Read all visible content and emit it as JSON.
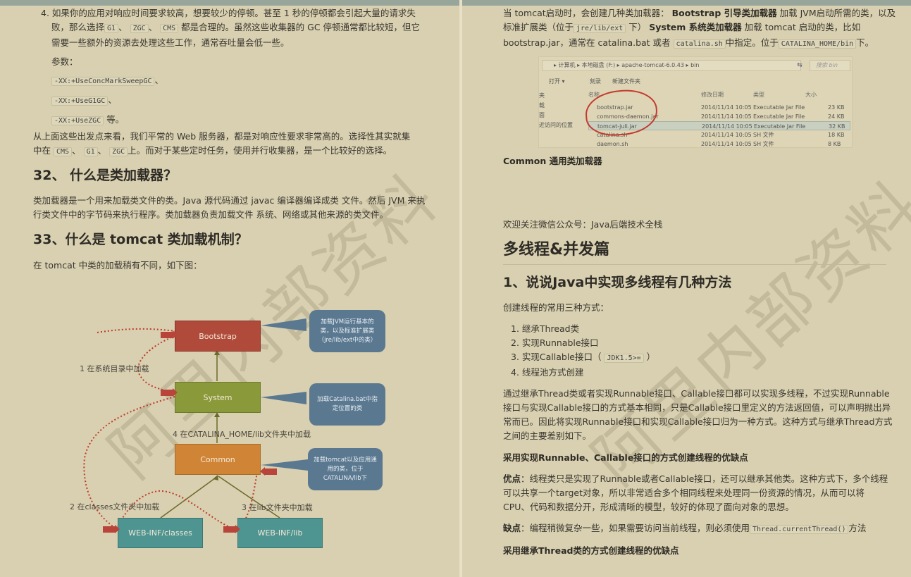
{
  "left_page": {
    "item4": {
      "number": "4.",
      "line1": "如果你的应用对响应时间要求较高，想要较少的停顿。甚至 1 秒的停顿都会引起大量的请求失",
      "line2_pre": "败，那么选择",
      "code_g1": "G1",
      "sep1": "、",
      "code_zgc": "ZGC",
      "sep2": "、",
      "code_cms": "CMS",
      "line2_post": "都是合理的。虽然这些收集器的 GC 停顿通常都比较短，但它",
      "line3": "需要一些额外的资源去处理这些工作，通常吞吐量会低一些。",
      "params_label": "参数：",
      "param1": "-XX:+UseConcMarkSweepGC",
      "param1_suffix": "、",
      "param2": "-XX:+UseG1GC",
      "param2_suffix": "、",
      "param3": "-XX:+UseZGC",
      "param3_suffix": "等。"
    },
    "summary": {
      "line1": "从上面这些出发点来看，我们平常的 Web 服务器，都是对响应性要求非常高的。选择性其实就集",
      "line2_pre": "中在",
      "code_cms": "CMS",
      "sep1": "、",
      "code_g1": "G1",
      "sep2": "、",
      "code_zgc": "ZGC",
      "line2_post": "上。而对于某些定时任务，使用并行收集器，是一个比较好的选择。"
    },
    "q32": {
      "title": "32、 什么是类加载器？",
      "line1": "类加载器是一个用来加载类文件的类。Java 源代码通过 javac 编译器编译成类 文件。然后 JVM 来执",
      "line2": "行类文件中的字节码来执行程序。类加载器负责加载文件 系统、网络或其他来源的类文件。"
    },
    "q33": {
      "title": "33、什么是 tomcat 类加载机制？",
      "intro": "在 tomcat 中类的加载稍有不同，如下图："
    },
    "diagram": {
      "boxes": {
        "bootstrap": "Bootstrap",
        "system": "System",
        "common": "Common",
        "webinf_classes": "WEB-INF/classes",
        "webinf_lib": "WEB-INF/lib"
      },
      "bubbles": {
        "bootstrap": "加载JVM运行基本的类，以及标准扩展类（jre/lib/ext中的类）",
        "system": "加载Catalina.bat中指定位置的类",
        "common": "加载tomcat以及应用通用的类，位于CATALINA/lib下"
      },
      "labels": {
        "step1": "1 在系统目录中加载",
        "step2": "2 在classes文件夹中加载",
        "step3": "3 在lib文件夹中加载",
        "step4": "4 在CATALINA_HOME/lib文件夹中加载"
      },
      "colors": {
        "bootstrap": "#b04a3a",
        "system": "#8a9a3a",
        "common": "#d08436",
        "webinf": "#4e9490",
        "bubble": "#5a7890",
        "arrow": "#b8443a"
      }
    },
    "watermark": "阿里内部资料"
  },
  "right_page": {
    "intro": {
      "l1_pre": "当 tomcat启动时，会创建几种类加载器：",
      "l1_bold": "Bootstrap 引导类加载器",
      "l1_post": "加载 JVM启动所需的类，以及",
      "l2_pre": "标准扩展类（位于",
      "l2_code": "jre/lib/ext",
      "l2_mid": "下）",
      "l2_bold": "System 系统类加载器",
      "l2_post": "加载 tomcat 启动的类，比如",
      "l3_pre": "bootstrap.jar，通常在 catalina.bat 或者",
      "l3_code1": "catalina.sh",
      "l3_mid": "中指定。位于",
      "l3_code2": "CATALINA_HOME/bin",
      "l3_post": "下。"
    },
    "explorer": {
      "address": "▸ 计算机 ▸ 本地磁盘 (F:) ▸ apache-tomcat-6.0.43 ▸ bin",
      "search_placeholder": "搜索 bin",
      "toolbar": {
        "open": "打开 ▾",
        "burn": "刻录",
        "new_folder": "新建文件夹"
      },
      "sidebar": [
        "夹",
        "载",
        "面",
        "近访问的位置"
      ],
      "columns": {
        "name": "名称",
        "modified": "修改日期",
        "type": "类型",
        "size": "大小"
      },
      "files": [
        {
          "name": "bootstrap.jar",
          "modified": "2014/11/14 10:05",
          "type": "Executable Jar File",
          "size": "23 KB"
        },
        {
          "name": "commons-daemon.jar",
          "modified": "2014/11/14 10:05",
          "type": "Executable Jar File",
          "size": "24 KB"
        },
        {
          "name": "tomcat-juli.jar",
          "modified": "2014/11/14 10:05",
          "type": "Executable Jar File",
          "size": "32 KB"
        },
        {
          "name": "catalina.sh",
          "modified": "2014/11/14 10:05",
          "type": "SH 文件",
          "size": "18 KB"
        },
        {
          "name": "daemon.sh",
          "modified": "2014/11/14 10:05",
          "type": "SH 文件",
          "size": "8 KB"
        }
      ]
    },
    "common_label": "Common 通用类加载器",
    "follow": "欢迎关注微信公众号：Java后端技术全栈",
    "section_title": "多线程&并发篇",
    "q1": {
      "title": "1、说说Java中实现多线程有几种方法",
      "intro": "创建线程的常用三种方式：",
      "items": [
        "1. 继承Thread类",
        "2. 实现Runnable接口",
        "3. 实现Callable接口（",
        "4. 线程池方式创建"
      ],
      "item3_code": "JDK1.5>=",
      "item3_suffix": "）",
      "para_l1": "通过继承Thread类或者实现Runnable接口、Callable接口都可以实现多线程，不过实现Runnable",
      "para_l2": "接口与实现Callable接口的方式基本相同，只是Callable接口里定义的方法返回值，可以声明抛出异",
      "para_l3": "常而已。因此将实现Runnable接口和实现Callable接口归为一种方式。这种方式与继承Thread方式",
      "para_l4": "之间的主要差别如下。",
      "sub1": "采用实现Runnable、Callable接口的方式创建线程的优缺点",
      "pro_label": "优点",
      "pro_l1": "：线程类只是实现了Runnable或者Callable接口，还可以继承其他类。这种方式下，多个线程",
      "pro_l2": "可以共享一个target对象，所以非常适合多个相同线程来处理同一份资源的情况，从而可以将",
      "pro_l3": "CPU、代码和数据分开，形成清晰的模型，较好的体现了面向对象的思想。",
      "con_label": "缺点",
      "con_pre": "：编程稍微复杂一些，如果需要访问当前线程，则必须使用",
      "con_code": "Thread.currentThread()",
      "con_post": "方法",
      "sub2": "采用继承Thread类的方式创建线程的优缺点"
    },
    "watermark": "阿里内部资料"
  }
}
